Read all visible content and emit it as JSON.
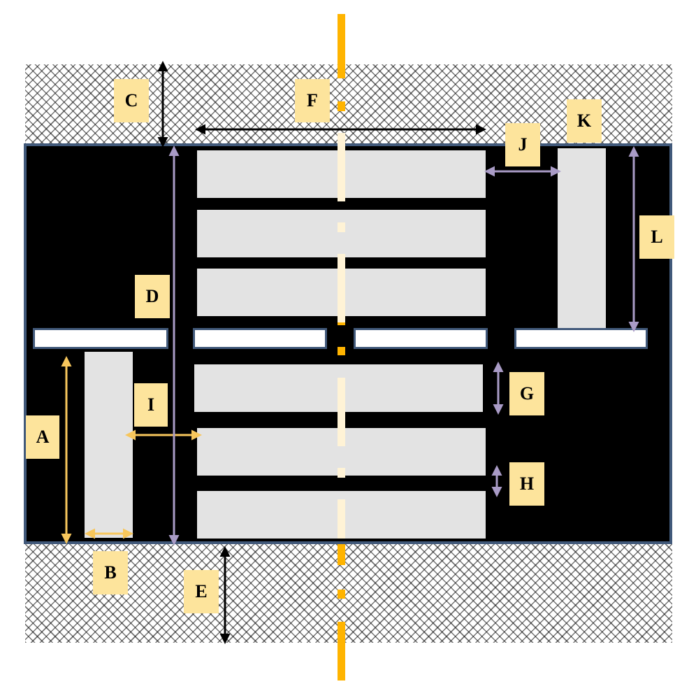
{
  "labels": {
    "a": "A",
    "b": "B",
    "c": "C",
    "d": "D",
    "e": "E",
    "f": "F",
    "g": "G",
    "h": "H",
    "i": "I",
    "j": "J",
    "k": "K",
    "l": "L"
  },
  "colors": {
    "road": "#000000",
    "road_border": "#41597a",
    "block": "#e3e3e3",
    "label_background": "#fde49c",
    "centerline": "#ffb400",
    "centerline_pale": "#fff3d6",
    "arrow_black": "#000000",
    "arrow_yellow": "#f7c65c",
    "arrow_purple": "#a99bc6"
  }
}
